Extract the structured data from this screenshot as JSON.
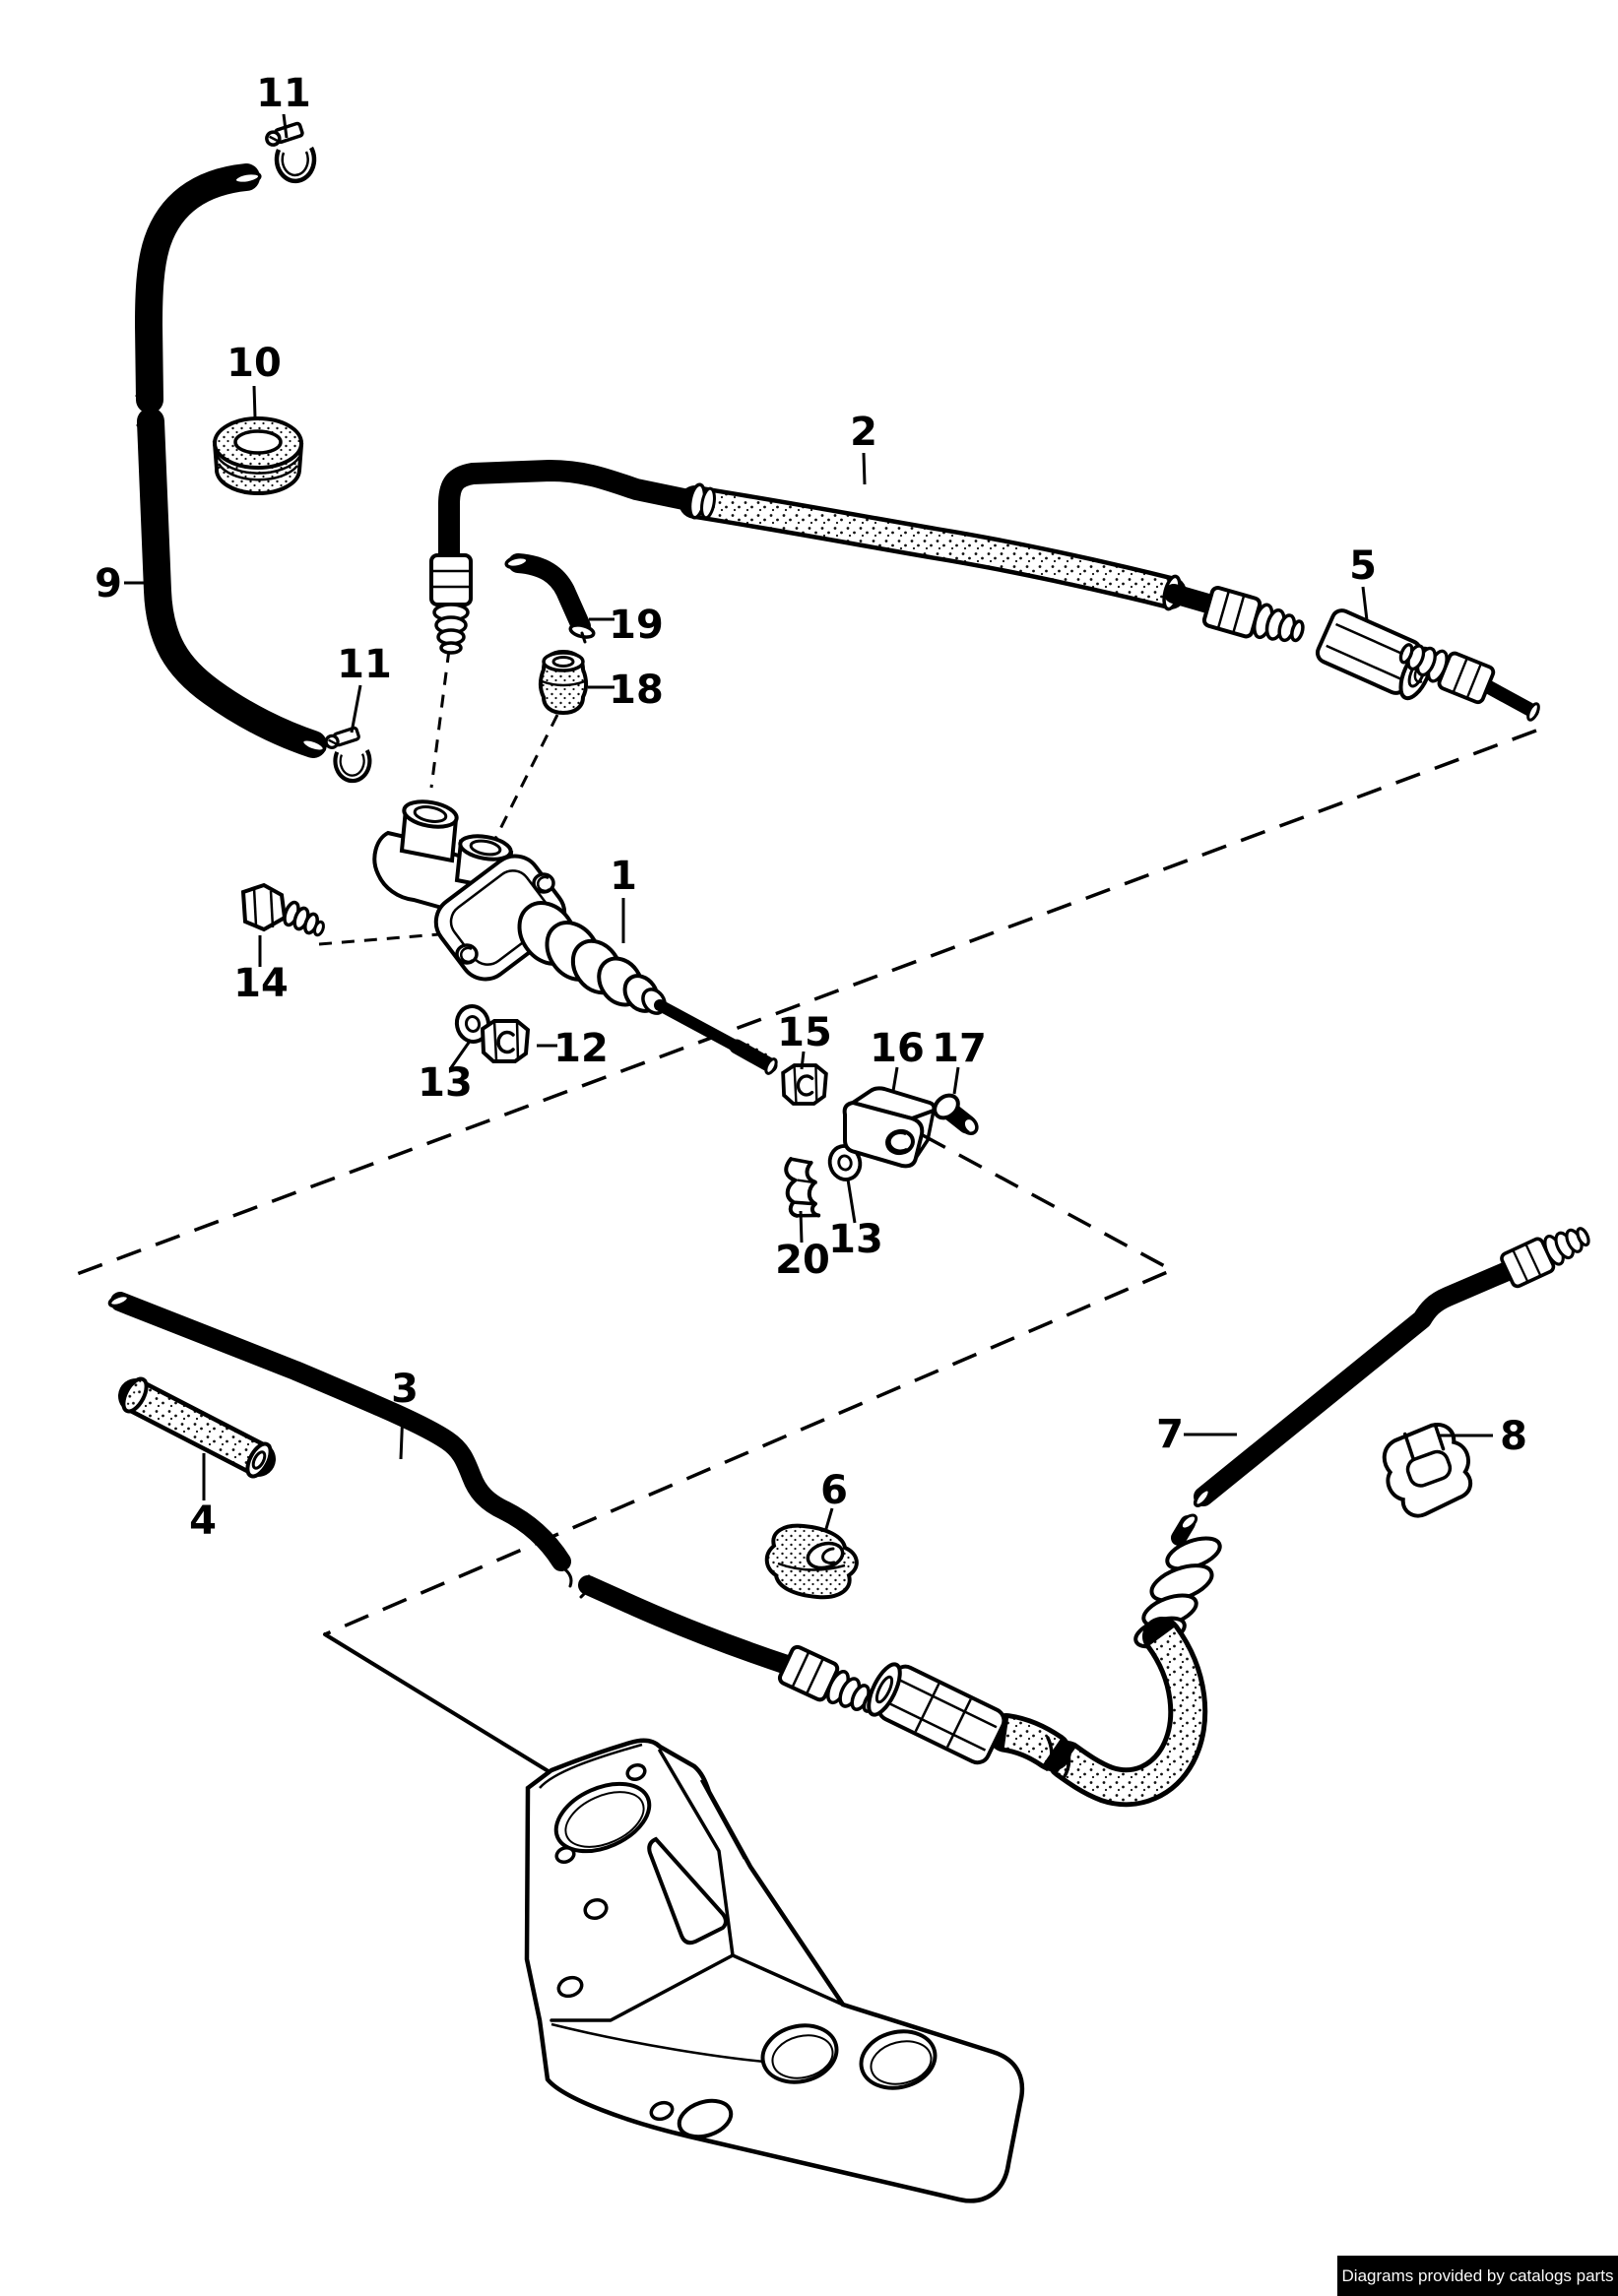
{
  "diagram": {
    "background": "#ffffff",
    "line_color": "#000000",
    "callouts": [
      {
        "id": "hose-clamp-top",
        "text": "11"
      },
      {
        "id": "sealing-grommet",
        "text": "10"
      },
      {
        "id": "supply-hose",
        "text": "9"
      },
      {
        "id": "pressure-hose",
        "text": "2"
      },
      {
        "id": "connector-sleeve",
        "text": "5"
      },
      {
        "id": "elbow-connector",
        "text": "19"
      },
      {
        "id": "grommet-elbow",
        "text": "18"
      },
      {
        "id": "hose-clamp-lower",
        "text": "11"
      },
      {
        "id": "clutch-master-cylinder",
        "text": "1"
      },
      {
        "id": "bolt",
        "text": "14"
      },
      {
        "id": "washer-front",
        "text": "13"
      },
      {
        "id": "hex-nut",
        "text": "12"
      },
      {
        "id": "pushrod-nut",
        "text": "15"
      },
      {
        "id": "clevis",
        "text": "16"
      },
      {
        "id": "clevis-pin",
        "text": "17"
      },
      {
        "id": "retaining-clip",
        "text": "20"
      },
      {
        "id": "washer-rear",
        "text": "13"
      },
      {
        "id": "pressure-pipe",
        "text": "3"
      },
      {
        "id": "protective-hose",
        "text": "4"
      },
      {
        "id": "grommet-pipe",
        "text": "6"
      },
      {
        "id": "rear-pressure-pipe",
        "text": "7"
      },
      {
        "id": "pipe-clip",
        "text": "8"
      }
    ],
    "watermark": {
      "text": "Diagrams provided by catalogs parts",
      "background": "#000000",
      "color": "#fafafa"
    }
  }
}
